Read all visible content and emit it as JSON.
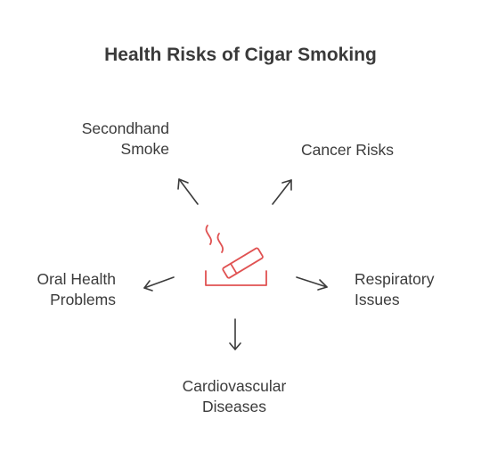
{
  "title": "Health Risks of Cigar Smoking",
  "center_icon": {
    "name": "cigar-ashtray-icon",
    "color": "#e05252"
  },
  "arrow_color": "#3b3b3b",
  "risks": {
    "secondhand": {
      "line1": "Secondhand",
      "line2": "Smoke"
    },
    "cancer": {
      "line1": "Cancer Risks"
    },
    "oral": {
      "line1": "Oral Health",
      "line2": "Problems"
    },
    "respiratory": {
      "line1": "Respiratory",
      "line2": "Issues"
    },
    "cardio": {
      "line1": "Cardiovascular",
      "line2": "Diseases"
    }
  }
}
